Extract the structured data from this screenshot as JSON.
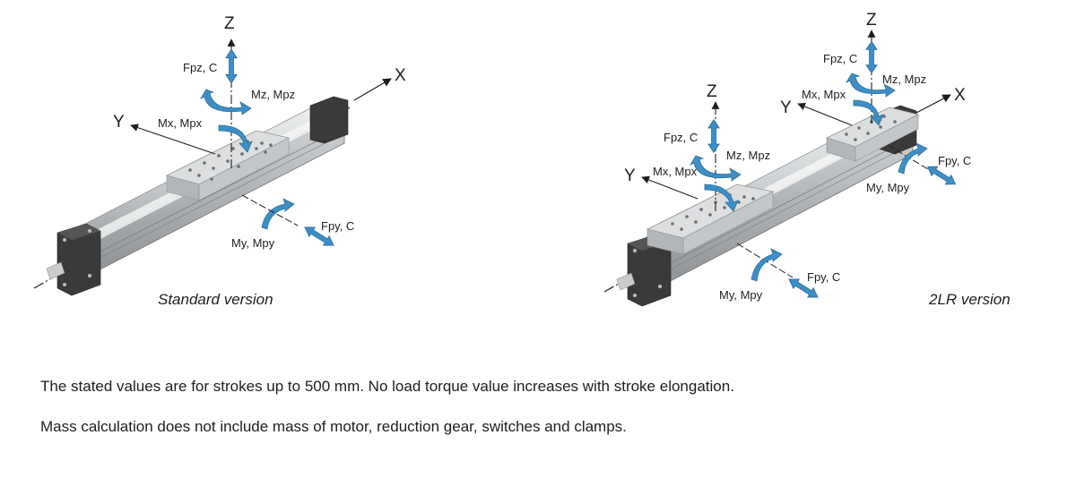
{
  "colors": {
    "arrow_blue": "#3d8fc6",
    "dark_end": "#3a3a3a",
    "rail": "#cfd1d3"
  },
  "standard": {
    "caption": "Standard version",
    "axis_x": "X",
    "axis_y": "Y",
    "axis_z": "Z",
    "fpz": "Fpz, C",
    "mz": "Mz, Mpz",
    "mx": "Mx, Mpx",
    "my": "My, Mpy",
    "fpy": "Fpy, C"
  },
  "twolr": {
    "caption": "2LR version",
    "axis_x": "X",
    "axis_y1": "Y",
    "axis_z1": "Z",
    "axis_y2": "Y",
    "axis_z2": "Z",
    "fpz1": "Fpz, C",
    "mz1": "Mz, Mpz",
    "mx1": "Mx, Mpx",
    "fpz2": "Fpz, C",
    "mz2": "Mz, Mpz",
    "mx2": "Mx, Mpx",
    "my1": "My, Mpy",
    "fpy1": "Fpy, C",
    "my2": "My, Mpy",
    "fpy2": "Fpy, C"
  },
  "notes": {
    "line1": "The stated values are for strokes up to 500 mm. No load torque value increases with stroke elongation.",
    "line2": "Mass calculation does not include mass of motor, reduction gear, switches and clamps."
  }
}
